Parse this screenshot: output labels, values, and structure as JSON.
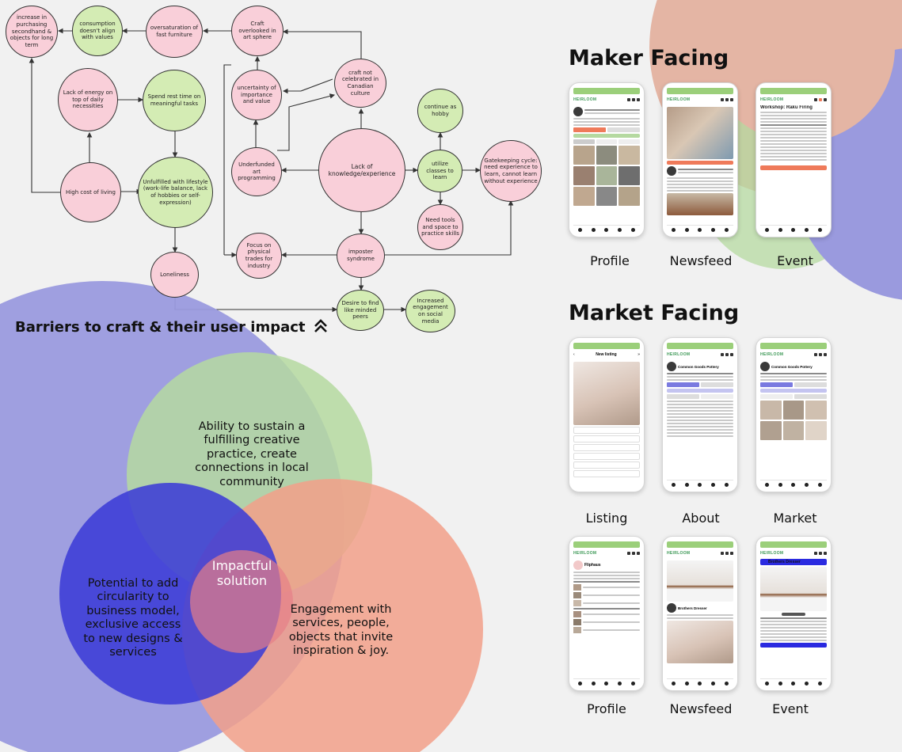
{
  "flowchart": {
    "nodes": {
      "increase_secondhand": "increase in purchasing secondhand & objects for long term",
      "consumption_values": "consumption doesn't align with values",
      "oversaturation": "oversaturation of fast furniture",
      "craft_overlooked": "Craft overlooked in art sphere",
      "craft_not_celebrated": "craft not celebrated in Canadian culture",
      "lack_energy": "Lack of energy on top of daily necessities",
      "spend_rest_time": "Spend rest time on meaningful tasks",
      "uncertainty": "uncertainty of importance and value",
      "continue_hobby": "continue as hobby",
      "lack_knowledge": "Lack of knowledge/experience",
      "utilize_classes": "utilize classes to learn",
      "gatekeeping": "Gatekeeping cycle: need experience to learn, cannot learn without experience",
      "high_cost": "High cost of living",
      "unfulfilled": "Unfulfilled with lifestyle (work-life balance, lack of hobbies or self-expression)",
      "underfunded": "Underfunded art programming",
      "need_tools": "Need tools and space to practice skills",
      "focus_trades": "Focus on physical trades for industry",
      "imposter": "imposter syndrome",
      "loneliness": "Loneliness",
      "desire_peers": "Desire to find like minded peers",
      "increased_engagement": "Increased engagement on social media"
    },
    "caption": "Barriers to craft & their user impact",
    "caption_icon": "double-chevron-up-icon"
  },
  "venn": {
    "top": "Ability to sustain a fulfilling creative practice, create connections in local community",
    "left": "Potential to add circularity to business model, exclusive access to new designs & services",
    "right": "Engagement with services, people, objects that invite inspiration & joy.",
    "center": "Impactful solution",
    "colors": {
      "blue": "#3c3cd6",
      "green": "#b5d9a0",
      "salmon": "#f2a08a",
      "white": "#ffffff"
    }
  },
  "maker": {
    "title": "Maker Facing",
    "labels": [
      "Profile",
      "Newsfeed",
      "Event"
    ]
  },
  "market": {
    "title": "Market Facing",
    "labels_row1": [
      "Listing",
      "About",
      "Market"
    ],
    "labels_row2": [
      "Profile",
      "Newsfeed",
      "Event"
    ]
  },
  "phone_ui": {
    "brand": "HEIRLOOM",
    "event_title": "Workshop: Raku Firing",
    "listing_title": "New listing",
    "studio": "Common Goods Pottery",
    "dresser": "Brothers Dresser",
    "fliphaus": "Fliphaus"
  }
}
